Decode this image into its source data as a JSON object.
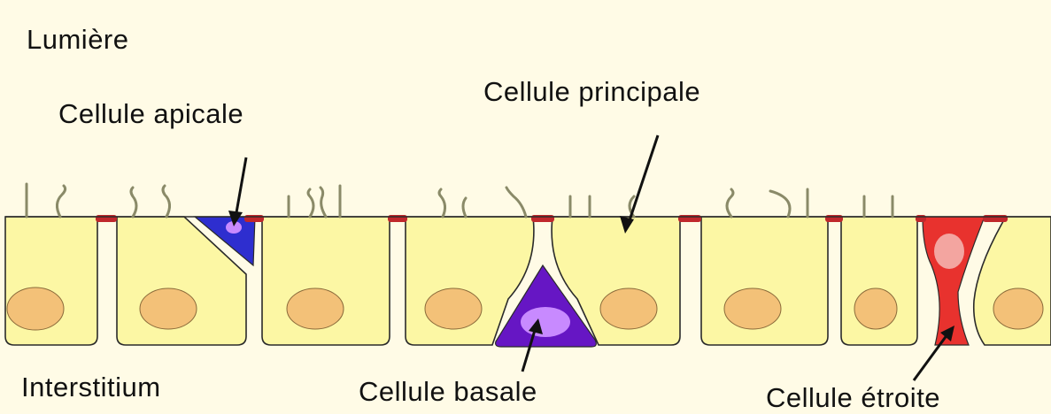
{
  "labels": {
    "lumen": "Lumière",
    "interstitium": "Interstitium",
    "apical": "Cellule apicale",
    "principal": "Cellule principale",
    "basal": "Cellule basale",
    "narrow": "Cellule étroite"
  },
  "colors": {
    "background": "#fffbe6",
    "principal_cell": "#fcf7a4",
    "cell_outline": "#2a2a2a",
    "nucleus": "#f3c178",
    "nucleus_outline": "#8a6a3a",
    "junction": "#c0282c",
    "microvilli": "#8a8a68",
    "apical_cell": "#2e2ecf",
    "basal_cell": "#6616c4",
    "basal_nucleus": "#c88aff",
    "narrow_cell": "#e8322e",
    "narrow_nucleus": "#f3a5a0",
    "arrow": "#111111"
  }
}
